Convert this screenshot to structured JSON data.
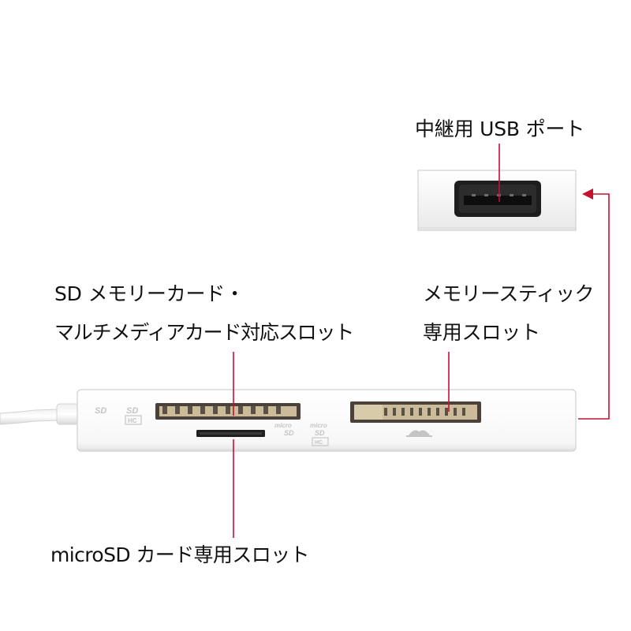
{
  "labels": {
    "usb_port": "中継用 USB ポート",
    "sd_line1": "SD メモリーカード・",
    "sd_line2": "マルチメディアカード対応スロット",
    "ms_line1": "メモリースティック",
    "ms_line2": "専用スロット",
    "microsd": "microSD カード専用スロット"
  },
  "device_markings": {
    "sd": "SD",
    "sd_hc": "HC",
    "micro": "micro",
    "micro_sd": "SD",
    "micro_hc": "HC"
  },
  "icons": [
    "sd-logo-icon",
    "sdhc-logo-icon",
    "microsd-logo-icon",
    "microsdhc-logo-icon",
    "memory-stick-logo-icon"
  ],
  "colors": {
    "callout_red": "#c4122f",
    "device_body": "#ffffff",
    "device_outline": "#cfcfcf",
    "slot_dark": "#2a2a2a",
    "slot_contact": "#c8b89a",
    "text": "#111111"
  }
}
